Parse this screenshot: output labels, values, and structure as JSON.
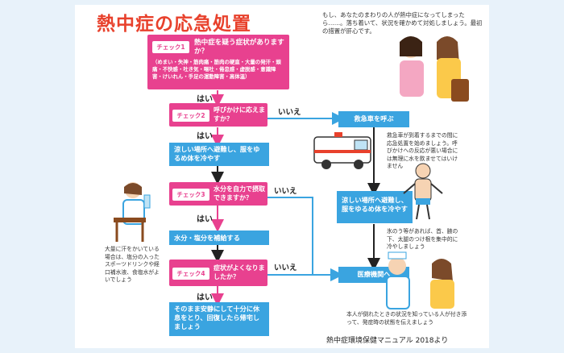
{
  "title": "熱中症の応急処置",
  "intro": "もし、あなたのまわりの人が熱中症になってしまったら……。落ち着いて、状況を確かめて対処しましょう。最初の措置が肝心です。",
  "check1": {
    "tag": "チェック1",
    "question": "熱中症を疑う症状がありますか？",
    "symptoms": "（めまい・失神・筋肉痛・筋肉の硬直・大量の発汗・頭痛・不快感・吐き気・嘔吐・倦怠感・虚脱感・意識障害・けいれん・手足の運動障害・高体温）"
  },
  "check2": {
    "tag": "チェック2",
    "question": "呼びかけに応えますか？"
  },
  "check3": {
    "tag": "チェック3",
    "question": "水分を自力で摂取できますか？"
  },
  "check4": {
    "tag": "チェック4",
    "question": "症状がよくなりましたか？"
  },
  "step_cool": "涼しい場所へ避難し、服をゆるめ体を冷やす",
  "step_water": "水分・塩分を補給する",
  "step_rest": "そのまま安静にして十分に休息をとり、回復したら帰宅しましょう",
  "right_ambulance": "救急車を呼ぶ",
  "right_cool": "涼しい場所へ避難し、服をゆるめ体を冷やす",
  "right_hospital": "医療機関へ",
  "yes_label": "はい",
  "no_label": "いいえ",
  "ambulance_note": "救急車が到着するまでの間に応急処置を始めましょう。呼びかけへの反応が悪い場合には無理に水を飲ませてはいけません",
  "cool_note": "氷のう等があれば、首、腋の下、太腿のつけ根を集中的に冷やしましょう",
  "drink_note": "大量に汗をかいている場合は、塩分の入ったスポーツドリンクや経口補水液、食塩水がよいでしょう",
  "hospital_note": "本人が倒れたときの状況を知っている人が付き添って、発症時の状態を伝えましょう",
  "credit": "熱中症環境保健マニュアル 2018より",
  "colors": {
    "pink": "#e8418f",
    "blue": "#3aa4e0",
    "title": "#e8412c"
  }
}
